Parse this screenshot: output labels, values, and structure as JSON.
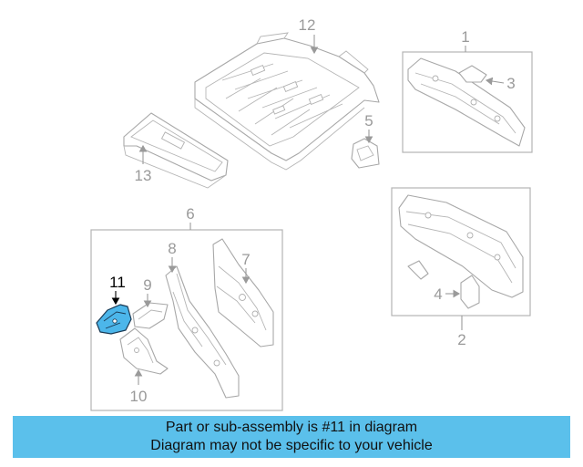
{
  "diagram": {
    "callouts": {
      "c1": "1",
      "c2": "2",
      "c3": "3",
      "c4": "4",
      "c5": "5",
      "c6": "6",
      "c7": "7",
      "c8": "8",
      "c9": "9",
      "c10": "10",
      "c11": "11",
      "c12": "12",
      "c13": "13"
    },
    "highlighted_part": "11",
    "highlight_color": "#4cb6ea"
  },
  "banner": {
    "line1": "Part or sub-assembly is #11 in diagram",
    "line2": "Diagram may not be specific to your vehicle",
    "background": "#5bc0eb"
  }
}
